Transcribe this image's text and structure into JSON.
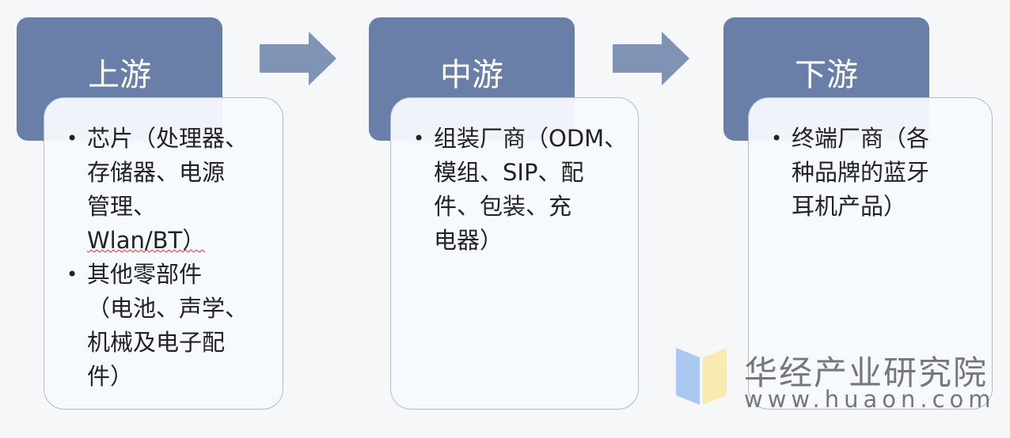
{
  "stages": [
    {
      "title": "上游",
      "bullets": [
        [
          "芯片（处理器、",
          "存储器、电源",
          "管理、",
          "Wlan/BT）"
        ],
        [
          "其他零部件",
          "（电池、声学、",
          "机械及电子配",
          "件）"
        ]
      ]
    },
    {
      "title": "中游",
      "bullets": [
        [
          "组装厂商（ODM、",
          "模组、SIP、配",
          "件、包装、充",
          "电器）"
        ]
      ]
    },
    {
      "title": "下游",
      "bullets": [
        [
          "终端厂商（各",
          "种品牌的蓝牙",
          "耳机产品）"
        ]
      ]
    }
  ],
  "watermark": {
    "name": "华经产业研究院",
    "url": "www.huaon.com"
  },
  "colors": {
    "header": "#6a7fa7",
    "arrow": "#7f94b5",
    "border": "#a9bdd6"
  }
}
